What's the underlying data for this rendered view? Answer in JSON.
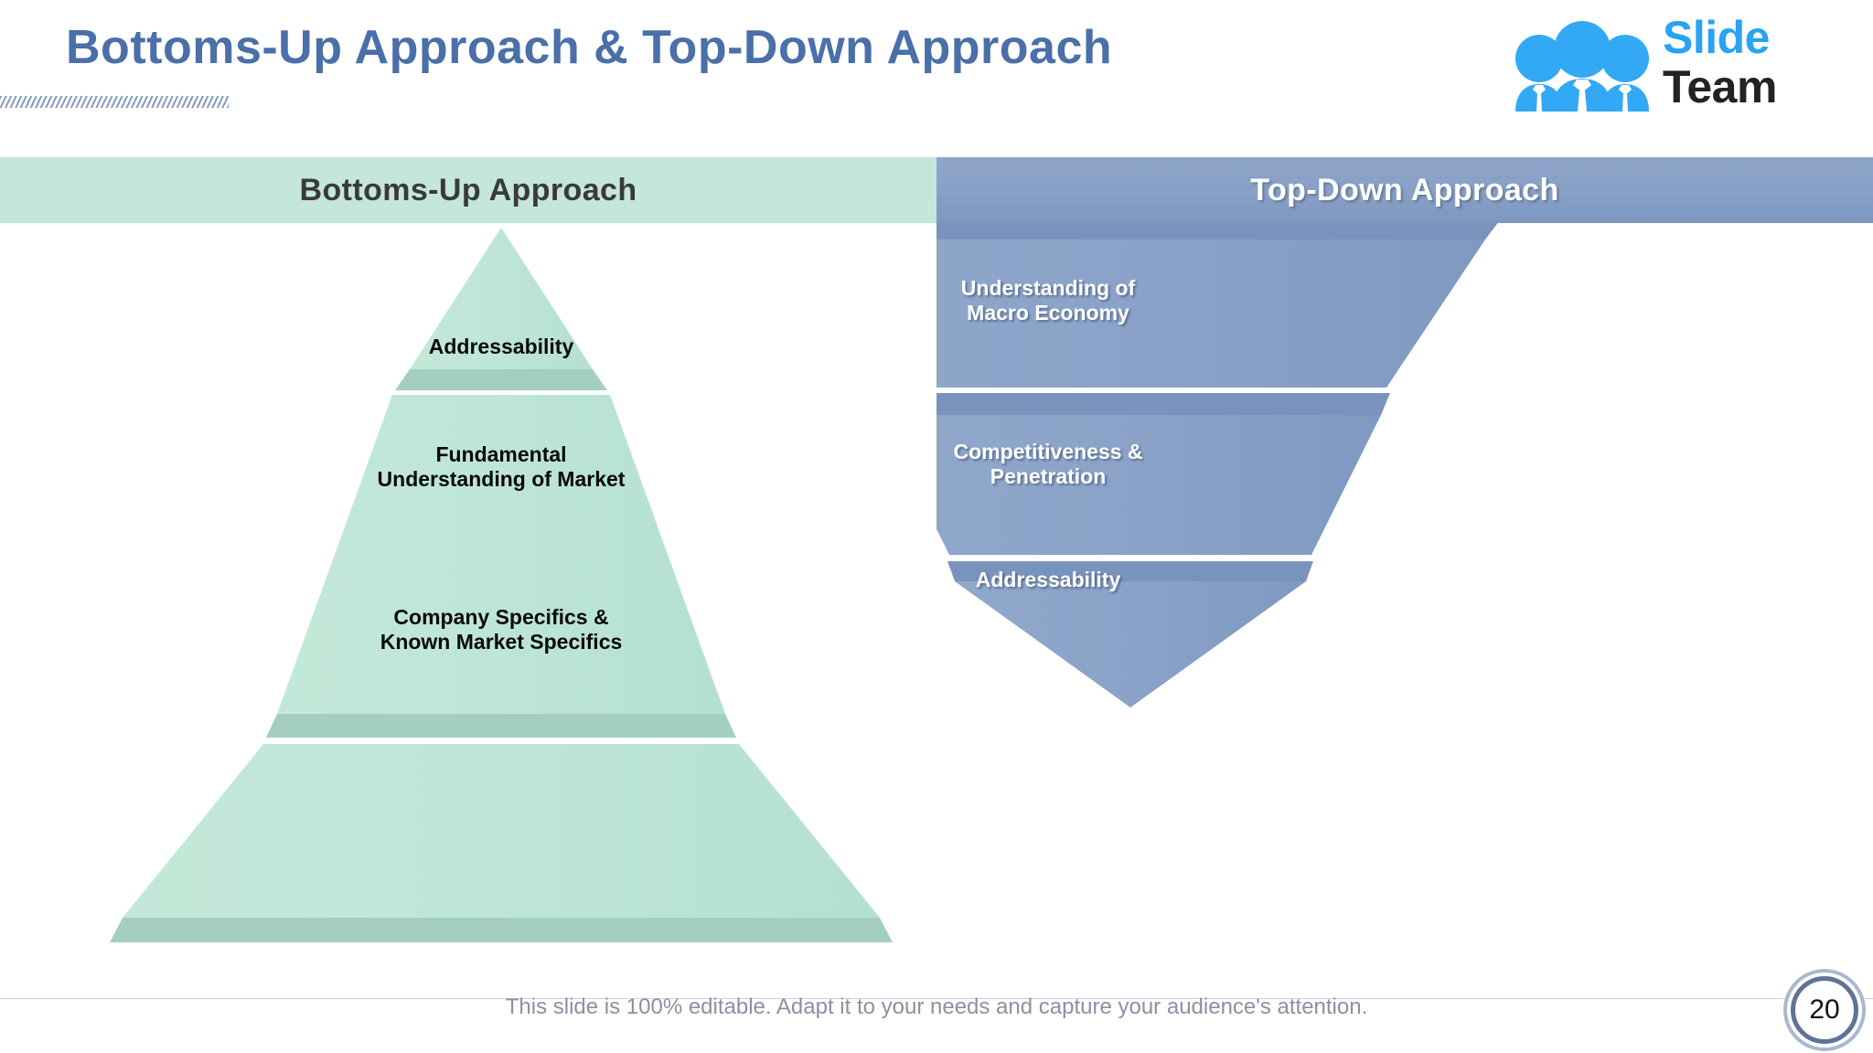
{
  "slide": {
    "title": "Bottoms-Up Approach & Top-Down Approach",
    "page_number": "20",
    "footer_note": "This slide is 100% editable. Adapt it to your needs and capture your audience's attention."
  },
  "brand": {
    "name_part1": "Slide",
    "name_part2": "Team",
    "blue": "#29a3f2",
    "dark": "#232323"
  },
  "columns": {
    "left": {
      "header": "Bottoms-Up Approach",
      "header_bg": "#c5e7da",
      "header_text_color": "#3a3a3a",
      "shape": "pyramid",
      "fill": "#bfe6d7",
      "band": "#a4cfc0"
    },
    "right": {
      "header": "Top-Down Approach",
      "header_bg": "#88a0c6",
      "header_text_color": "#ffffff",
      "shape": "inverted-pyramid",
      "fill": "#8ba4c9",
      "band": "#7a93bc"
    }
  },
  "chart_data": {
    "type": "diagram",
    "title": "Bottoms-Up Approach & Top-Down Approach",
    "diagrams": [
      {
        "name": "Bottoms-Up Approach",
        "shape": "pyramid",
        "direction": "bottom-to-top",
        "fill": "#bfe6d7",
        "text_color": "#0a0a0a",
        "tiers": [
          {
            "index": 1,
            "position": "top",
            "label": "Addressability"
          },
          {
            "index": 2,
            "position": "middle",
            "label": "Fundamental\nUnderstanding of Market"
          },
          {
            "index": 3,
            "position": "bottom",
            "label": "Company Specifics &\nKnown Market Specifics"
          }
        ]
      },
      {
        "name": "Top-Down Approach",
        "shape": "inverted-pyramid",
        "direction": "top-to-bottom",
        "fill": "#8ba4c9",
        "text_color": "#ffffff",
        "tiers": [
          {
            "index": 1,
            "position": "top",
            "label": "Understanding of\nMacro Economy"
          },
          {
            "index": 2,
            "position": "middle",
            "label": "Competitiveness &\nPenetration"
          },
          {
            "index": 3,
            "position": "bottom",
            "label": "Addressability"
          }
        ]
      }
    ]
  }
}
